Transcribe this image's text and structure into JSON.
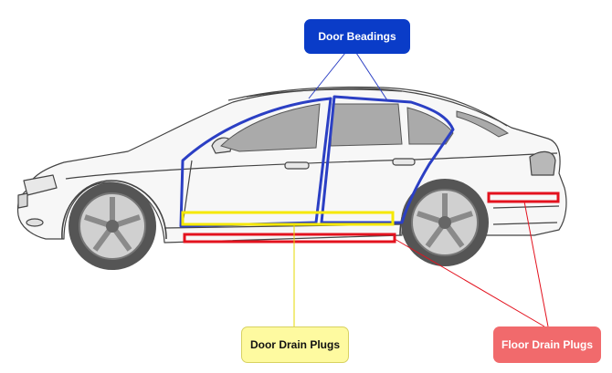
{
  "callouts": {
    "door_beadings": "Door Beadings",
    "door_drain_plugs": "Door Drain Plugs",
    "floor_drain_plugs": "Floor Drain Plugs"
  },
  "colors": {
    "door_beadings": "#0a3cc8",
    "door_drain_plugs": "#f5e800",
    "floor_drain_plugs": "#e3121e",
    "car_outline": "#444444",
    "glass": "#aaaaaa"
  }
}
